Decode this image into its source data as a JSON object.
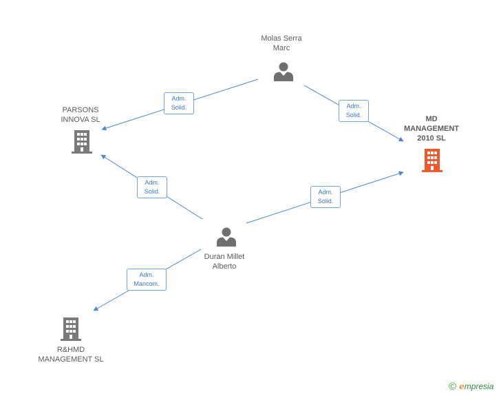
{
  "nodes": {
    "molas": {
      "lines": [
        "Molas Serra",
        "Marc"
      ],
      "icon": "person-icon"
    },
    "parsons": {
      "lines": [
        "PARSONS",
        "INNOVA SL"
      ],
      "icon": "building-icon"
    },
    "md": {
      "lines": [
        "MD",
        "MANAGEMENT",
        "2010 SL"
      ],
      "icon": "building-icon"
    },
    "duran": {
      "lines": [
        "Duran Millet",
        "Alberto"
      ],
      "icon": "person-icon"
    },
    "rhmd": {
      "lines": [
        "R&HMD",
        "MANAGEMENT SL"
      ],
      "icon": "building-icon"
    }
  },
  "edges": [
    {
      "from": "molas",
      "to": "parsons",
      "label": [
        "Adm.",
        "Solid."
      ]
    },
    {
      "from": "molas",
      "to": "md",
      "label": [
        "Adm.",
        "Solid."
      ]
    },
    {
      "from": "duran",
      "to": "parsons",
      "label": [
        "Adm.",
        "Solid."
      ]
    },
    {
      "from": "duran",
      "to": "md",
      "label": [
        "Adm.",
        "Solid."
      ]
    },
    {
      "from": "duran",
      "to": "rhmd",
      "label": [
        "Adm.",
        "Mancom."
      ]
    }
  ],
  "colors": {
    "edge": "#4a86d4",
    "person_icon": "#6f6f6f",
    "building_icon": "#7a7a7a",
    "target_building_icon": "#f0592a"
  },
  "brand": {
    "copyright": "©",
    "e": "e",
    "rest": "mpresia"
  }
}
